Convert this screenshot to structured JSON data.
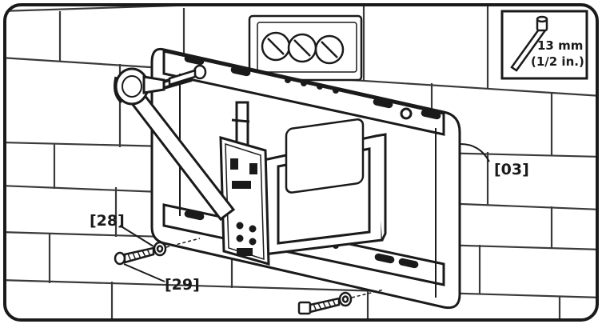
{
  "callouts": {
    "bracket": "[03]",
    "washer": "[28]",
    "lag_bolt": "[29]"
  },
  "tool": {
    "size_metric": "13 mm",
    "size_imperial": "(1/2 in.)",
    "icon": "socket-wrench-icon"
  },
  "colors": {
    "line": "#1a1a1a",
    "wall": "#ffffff",
    "grout": "#3a3a3a"
  }
}
